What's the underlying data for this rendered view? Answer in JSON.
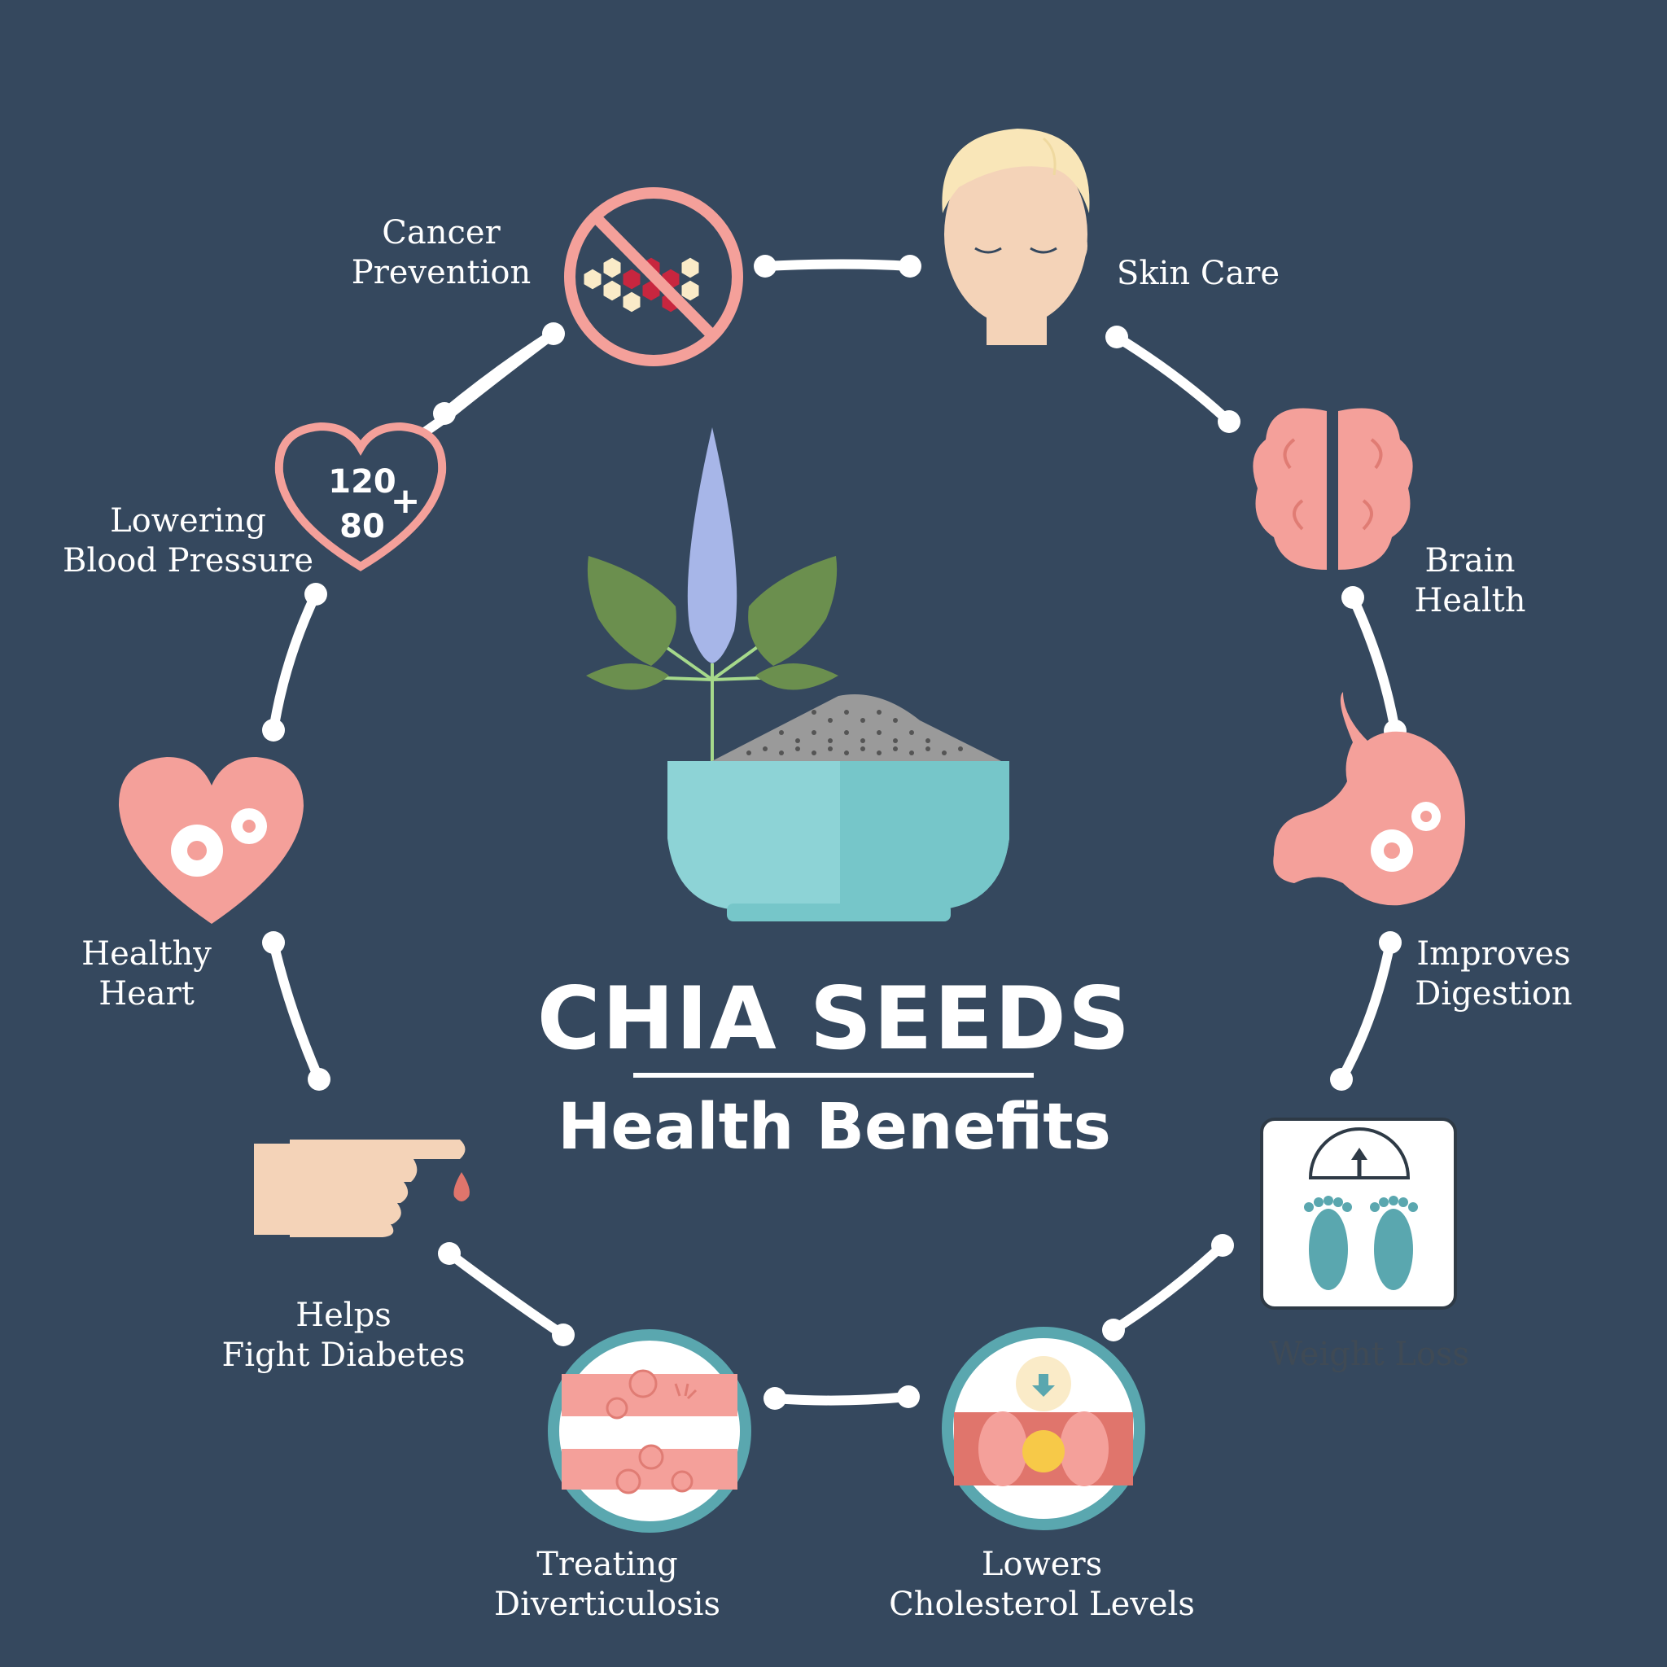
{
  "title": "CHIA SEEDS",
  "subtitle": "Health Benefits",
  "colors": {
    "background": "#35485e",
    "pink": "#f4a09a",
    "teal": "#5aa7af",
    "skin": "#f4d3b8",
    "connector": "#ffffff"
  },
  "benefits": [
    {
      "icon": "face-icon",
      "lines": [
        "Skin Care"
      ]
    },
    {
      "icon": "brain-icon",
      "lines": [
        "Brain",
        "Health"
      ]
    },
    {
      "icon": "stomach-icon",
      "lines": [
        "Improves",
        "Digestion"
      ]
    },
    {
      "icon": "scale-icon",
      "lines": [
        "Weight Loss"
      ]
    },
    {
      "icon": "artery-icon",
      "lines": [
        "Lowers",
        "Cholesterol Levels"
      ]
    },
    {
      "icon": "intestine-icon",
      "lines": [
        "Treating",
        "Diverticulosis"
      ]
    },
    {
      "icon": "blood-drop-finger-icon",
      "lines": [
        "Helps",
        "Fight Diabetes"
      ]
    },
    {
      "icon": "heart-gears-icon",
      "lines": [
        "Healthy",
        "Heart"
      ]
    },
    {
      "icon": "heart-pressure-icon",
      "lines": [
        "Lowering",
        "Blood Pressure"
      ],
      "reading_top": "120",
      "reading_bottom": "80",
      "reading_sign": "+"
    },
    {
      "icon": "no-cancer-cells-icon",
      "lines": [
        "Cancer",
        "Prevention"
      ]
    }
  ],
  "center_icon": "chia-plant-bowl-icon"
}
